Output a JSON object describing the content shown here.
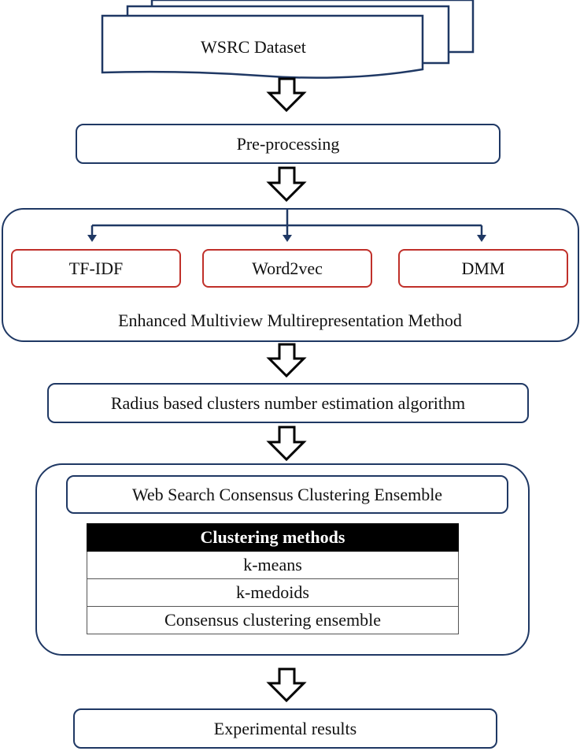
{
  "dataset": {
    "label": "WSRC Dataset"
  },
  "preprocessing": {
    "label": "Pre-processing"
  },
  "multiview": {
    "title": "Enhanced Multiview Multirepresentation Method",
    "representations": [
      "TF-IDF",
      "Word2vec",
      "DMM"
    ]
  },
  "estimation": {
    "label": "Radius based clusters number estimation algorithm"
  },
  "ensemble": {
    "title": "Web Search Consensus Clustering Ensemble",
    "table_header": "Clustering methods",
    "methods": [
      "k-means",
      "k-medoids",
      "Consensus clustering ensemble"
    ]
  },
  "results": {
    "label": "Experimental results"
  },
  "colors": {
    "box_border": "#1f3864",
    "rep_border": "#c0302a",
    "arrow": "#000000"
  }
}
